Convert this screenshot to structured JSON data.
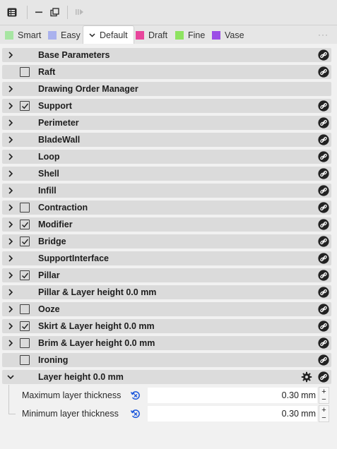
{
  "tabs": [
    {
      "label": "Smart",
      "color": "#a7e5a2"
    },
    {
      "label": "Easy",
      "color": "#aab2ee"
    },
    {
      "label": "Default",
      "active": true
    },
    {
      "label": "Draft",
      "color": "#e8469c"
    },
    {
      "label": "Fine",
      "color": "#8ee360"
    },
    {
      "label": "Vase",
      "color": "#9b4de6"
    }
  ],
  "tabs_more": "···",
  "groups": [
    {
      "label": "Base Parameters",
      "expander": true,
      "checkbox": "none",
      "link": true
    },
    {
      "label": "Raft",
      "expander": false,
      "checkbox": "unchecked",
      "link": true
    },
    {
      "label": "Drawing Order Manager",
      "expander": true,
      "checkbox": "none",
      "link": false
    },
    {
      "label": "Support",
      "expander": true,
      "checkbox": "checked",
      "link": true
    },
    {
      "label": "Perimeter",
      "expander": true,
      "checkbox": "none",
      "link": true
    },
    {
      "label": "BladeWall",
      "expander": true,
      "checkbox": "none",
      "link": true
    },
    {
      "label": "Loop",
      "expander": true,
      "checkbox": "none",
      "link": true
    },
    {
      "label": "Shell",
      "expander": true,
      "checkbox": "none",
      "link": true
    },
    {
      "label": "Infill",
      "expander": true,
      "checkbox": "none",
      "link": true
    },
    {
      "label": "Contraction",
      "expander": true,
      "checkbox": "unchecked",
      "link": true
    },
    {
      "label": "Modifier",
      "expander": true,
      "checkbox": "checked",
      "link": true
    },
    {
      "label": "Bridge",
      "expander": true,
      "checkbox": "checked",
      "link": true
    },
    {
      "label": "SupportInterface",
      "expander": true,
      "checkbox": "none",
      "link": true
    },
    {
      "label": "Pillar",
      "expander": true,
      "checkbox": "checked",
      "link": true
    },
    {
      "label": "Pillar & Layer height 0.0 mm",
      "expander": true,
      "checkbox": "none",
      "link": true
    },
    {
      "label": "Ooze",
      "expander": true,
      "checkbox": "unchecked",
      "link": true
    },
    {
      "label": "Skirt & Layer height 0.0 mm",
      "expander": true,
      "checkbox": "checked",
      "link": true
    },
    {
      "label": "Brim & Layer height 0.0 mm",
      "expander": true,
      "checkbox": "unchecked",
      "link": true
    },
    {
      "label": "Ironing",
      "expander": false,
      "checkbox": "unchecked",
      "link": true
    },
    {
      "label": "Layer height 0.0 mm",
      "expander": "open",
      "checkbox": "none",
      "link": true,
      "gear": true
    }
  ],
  "params": [
    {
      "label": "Maximum layer thickness",
      "value": "0.30",
      "unit": "mm"
    },
    {
      "label": "Minimum layer thickness",
      "value": "0.30",
      "unit": "mm"
    }
  ],
  "spin_plus": "+",
  "spin_minus": "−",
  "colors": {
    "accent": "#1a56db",
    "row_bg": "#dbdbdb",
    "panel_bg": "#f1f1f1"
  }
}
